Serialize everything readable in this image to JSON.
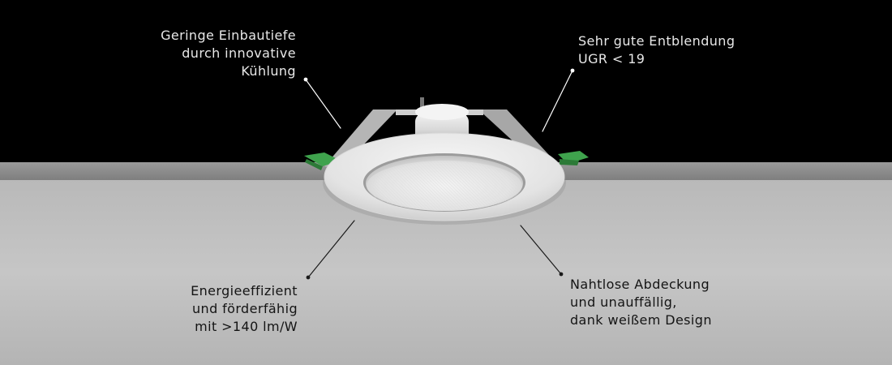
{
  "callouts": {
    "top_left": {
      "lines": [
        "Geringe Einbautiefe",
        "durch innovative",
        "Kühlung"
      ]
    },
    "top_right": {
      "lines": [
        "Sehr gute Entblendung",
        "UGR < 19"
      ]
    },
    "bottom_left": {
      "lines": [
        "Energieeffizient",
        "und förderfähig",
        "mit >140 lm/W"
      ]
    },
    "bottom_right": {
      "lines": [
        "Nahtlose Abdeckung",
        "und unauffällig,",
        "dank weißem Design"
      ]
    }
  },
  "colors": {
    "background_top": "#000000",
    "ceiling": "#bdbdbd",
    "ceiling_edge": "#8e8e8e",
    "spring_clips": "#3fa34d",
    "text_light": "#e8e8e8",
    "text_dark": "#141414"
  }
}
